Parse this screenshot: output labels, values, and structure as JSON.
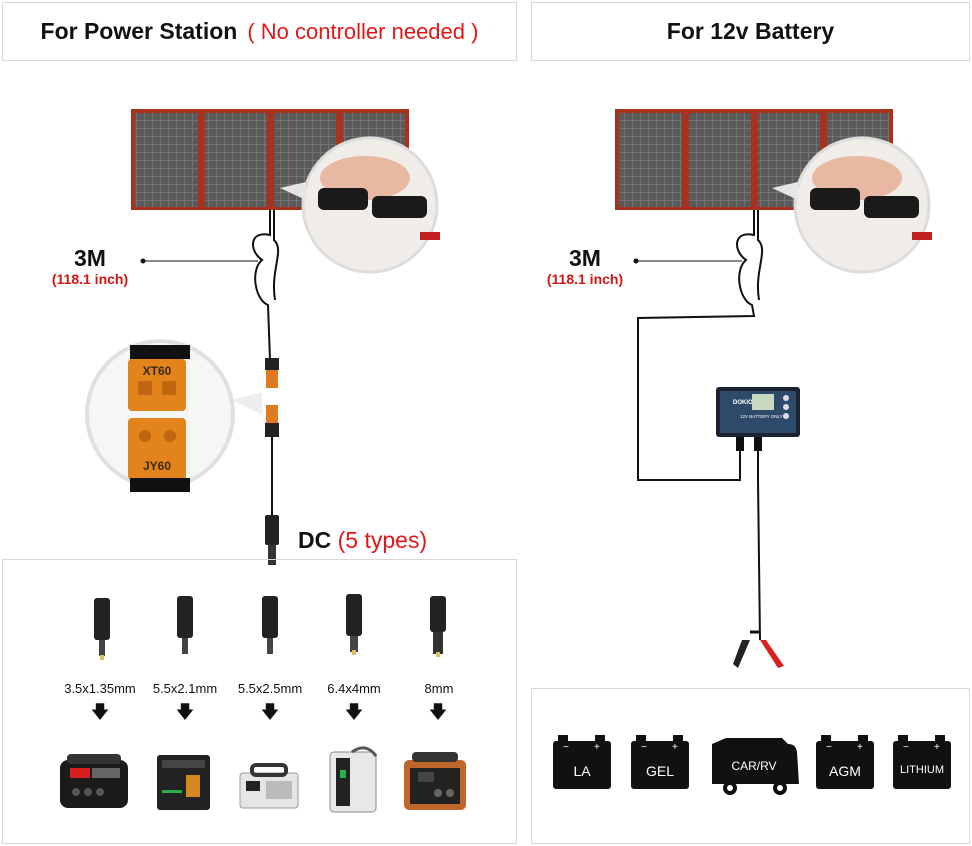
{
  "left": {
    "title": "For Power Station",
    "note": "( No controller needed )",
    "cable_length": "3M",
    "cable_length_inch": "(118.1 inch)",
    "connector_top": "XT60",
    "connector_bottom": "JY60",
    "dc_label": "DC",
    "dc_types": "(5 types)",
    "tips": [
      "3.5x1.35mm",
      "5.5x2.1mm",
      "5.5x2.5mm",
      "6.4x4mm",
      "8mm"
    ]
  },
  "right": {
    "title": "For 12v Battery",
    "cable_length": "3M",
    "cable_length_inch": "(118.1 inch)",
    "controller_brand": "DOKIO",
    "controller_text": "12V BATTERY ONLY",
    "batteries": [
      "LA",
      "GEL",
      "CAR/RV",
      "AGM",
      "LITHIUM"
    ]
  }
}
